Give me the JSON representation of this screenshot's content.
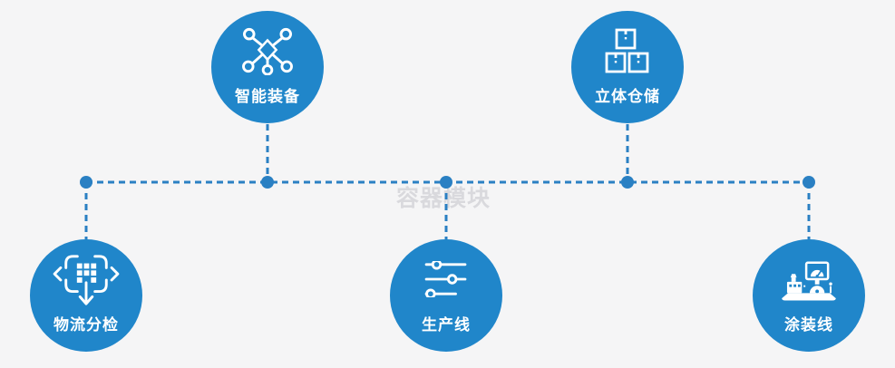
{
  "page": {
    "watermark": "容器模块",
    "background_color": "#f5f5f6"
  },
  "colors": {
    "node_blue": "#2086ca",
    "connector_blue": "#2a80c3",
    "label_white": "#ffffff",
    "watermark_gray": "#b9b9bf"
  },
  "nodes": [
    {
      "id": "smart-equipment",
      "label": "智能装备",
      "icon": "network-nodes-icon",
      "position": "top-left"
    },
    {
      "id": "stereo-warehouse",
      "label": "立体仓储",
      "icon": "stacked-boxes-icon",
      "position": "top-right"
    },
    {
      "id": "logistics-sorting",
      "label": "物流分检",
      "icon": "distribute-arrows-icon",
      "position": "bottom-left"
    },
    {
      "id": "production-line",
      "label": "生产线",
      "icon": "sliders-icon",
      "position": "bottom-middle"
    },
    {
      "id": "painting-line",
      "label": "涂装线",
      "icon": "control-console-icon",
      "position": "bottom-right"
    }
  ]
}
